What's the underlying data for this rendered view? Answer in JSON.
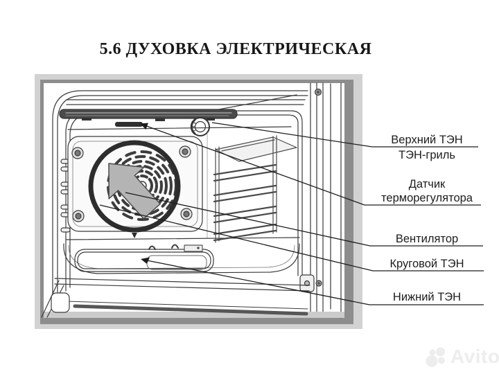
{
  "page": {
    "title": "5.6 ДУХОВКА ЭЛЕКТРИЧЕСКАЯ"
  },
  "diagram": {
    "labels": {
      "upper_heater_line1": "Верхний ТЭН",
      "upper_heater_line2": "ТЭН-гриль",
      "sensor_line1": "Датчик",
      "sensor_line2": "терморегулятора",
      "fan": "Вентилятор",
      "ring_heater": "Круговой ТЭН",
      "lower_heater": "Нижний ТЭН"
    },
    "colors": {
      "frame_outer": "#d2d2d2",
      "frame_inner": "#8d8d8d",
      "line_art": "#3a3a3a",
      "heater_dark": "#4a4a4a",
      "arrow_fill": "#b4b4b4"
    }
  },
  "watermark": {
    "text": "Avito",
    "color": "#ededed"
  }
}
